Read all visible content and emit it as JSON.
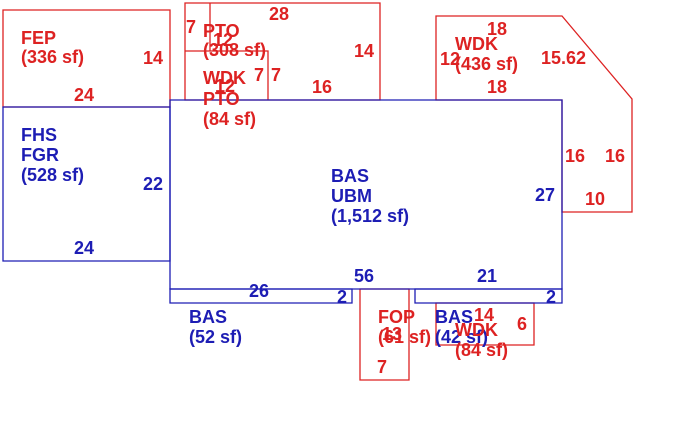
{
  "colors": {
    "red": "#dd2222",
    "blue": "#1d1db4",
    "background": "#ffffff"
  },
  "areas": {
    "fep": {
      "code": "FEP",
      "area": "(336 sf)"
    },
    "pto_main": {
      "code": "PTO",
      "area": "(308 sf)"
    },
    "wdk_pto": {
      "code1": "WDK",
      "code2": "PTO",
      "area": "(84 sf)"
    },
    "wdk_right": {
      "code": "WDK",
      "area": "(436 sf)"
    },
    "fhs_fgr": {
      "code1": "FHS",
      "code2": "FGR",
      "area": "(528 sf)"
    },
    "bas_ubm": {
      "code1": "BAS",
      "code2": "UBM",
      "area": "(1,512 sf)"
    },
    "bas_small_left": {
      "code": "BAS",
      "area": "(52 sf)"
    },
    "fop": {
      "code": "FOP",
      "area": "(61 sf)"
    },
    "bas_small_right": {
      "code": "BAS",
      "area": "(42 sf)"
    },
    "wdk_bottom": {
      "code": "WDK",
      "area": "(84 sf)"
    }
  },
  "dimensions": {
    "fep_right": "14",
    "fep_bottom": "24",
    "pto_left": "7",
    "pto_top": "28",
    "pto_right": "14",
    "pto_inner": "12",
    "wdk_pto_side": "12",
    "wdk_pto_a": "7",
    "wdk_pto_b": "7",
    "pto_bottom": "16",
    "wdk_top": "18",
    "wdk_left": "12",
    "wdk_diag": "15.62",
    "wdk_bottom": "18",
    "wdk_right_inner": "16",
    "wdk_right_outer": "16",
    "wdk_right_bottom": "10",
    "fhs_right": "22",
    "fhs_bottom": "24",
    "bas_right": "27",
    "bas_bottom": "56",
    "bas_bottom_right": "21",
    "basl_top": "26",
    "basl_right": "2",
    "basr_right": "2",
    "wdkb_top": "14",
    "wdkb_right": "6",
    "fop_top": "13",
    "fop_bottom": "7"
  }
}
